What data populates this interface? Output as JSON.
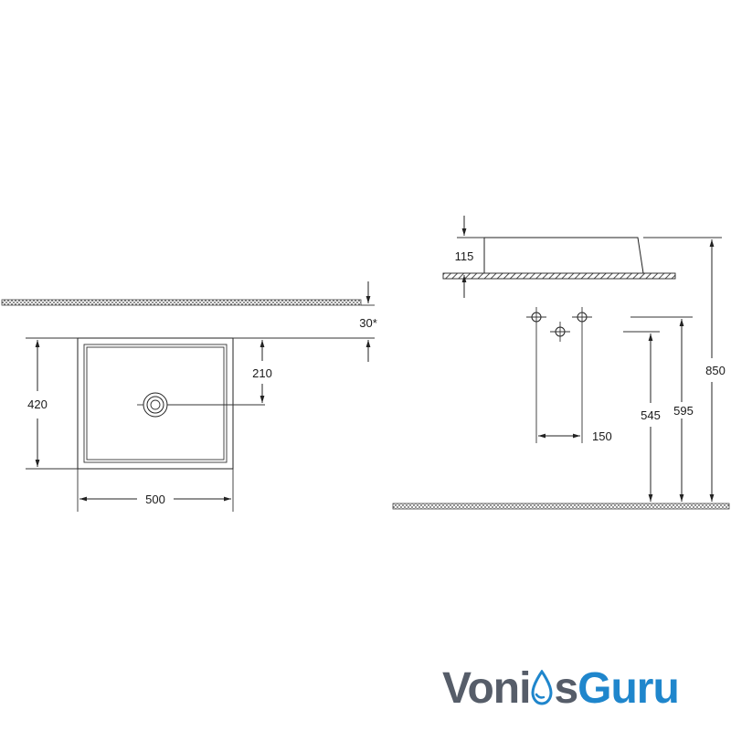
{
  "front_view": {
    "width_label": "500",
    "height_label": "420",
    "drain_offset_label": "210",
    "counter_gap_label": "30*"
  },
  "side_view": {
    "basin_height_label": "115",
    "tap_spacing_label": "150",
    "drain_height_label": "545",
    "outlet_height_label": "595",
    "counter_height_label": "850"
  },
  "brand": {
    "part1": "Voni",
    "part2": "s",
    "part3": "Guru",
    "colors": {
      "grey": "#565d69",
      "blue": "#1f86cc"
    }
  }
}
